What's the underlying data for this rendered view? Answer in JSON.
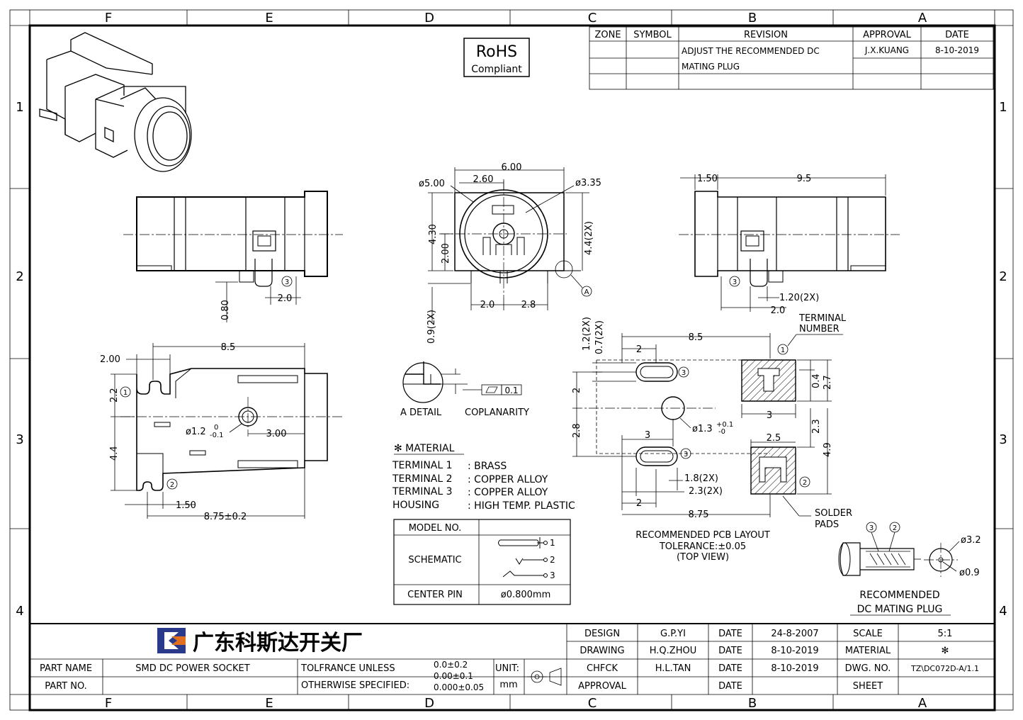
{
  "zones": {
    "columns": [
      "F",
      "E",
      "D",
      "C",
      "B",
      "A"
    ],
    "rows": [
      "1",
      "2",
      "3",
      "4"
    ]
  },
  "revision": {
    "headers": [
      "ZONE",
      "SYMBOL",
      "REVISION",
      "APPROVAL",
      "DATE"
    ],
    "rev_line1": "ADJUST THE RECOMMENDED DC",
    "rev_line2": "MATING PLUG",
    "approval": "J.X.KUANG",
    "date": "8-10-2019"
  },
  "rohs": {
    "title": "RoHS",
    "subtitle": "Compliant"
  },
  "dims": {
    "front": {
      "d500": "ø5.00",
      "w600": "6.00",
      "w260": "2.60",
      "d335": "ø3.35",
      "h430": "4.30",
      "h200": "2.00",
      "h44": "4.4(2X)",
      "h09": "0.9(2X)",
      "w20a": "2.0",
      "w28": "2.8",
      "detA": "A"
    },
    "side_left": {
      "w20": "2.0",
      "h080": "0.80",
      "n3": "3"
    },
    "side_right": {
      "w150": "1.50",
      "w95": "9.5",
      "w120": "1.20(2X)",
      "w20": "2.0",
      "n3": "3"
    },
    "bottom": {
      "w200": "2.00",
      "w85": "8.5",
      "h22": "2.2",
      "h44": "4.4",
      "hole": "ø1.2",
      "hole_up": "0",
      "hole_lo": "-0.1",
      "w300": "3.00",
      "w150": "1.50",
      "w875": "8.75±0.2",
      "n1": "1",
      "n2": "2"
    },
    "pcb": {
      "w85": "8.5",
      "w2a": "2",
      "w2b": "2",
      "w3a": "3",
      "w3b": "3",
      "w25": "2.5",
      "w875": "8.75",
      "h12": "1.2(2X)",
      "h07": "0.7(2X)",
      "h2": "2",
      "h28": "2.8",
      "h04": "0.4",
      "h27": "2.7",
      "h23": "2.3",
      "h49": "4.9",
      "hole": "ø1.3",
      "hole_up": "+0.1",
      "hole_lo": "-0",
      "s18": "1.8(2X)",
      "s23": "2.3(2X)",
      "n1": "1",
      "n2": "2",
      "n3a": "3",
      "n3b": "3",
      "term1": "TERMINAL",
      "term2": "NUMBER",
      "solder1": "SOLDER",
      "solder2": "PADS"
    }
  },
  "pcb_caption": {
    "l1": "RECOMMENDED PCB LAYOUT",
    "l2": "TOLERANCE:±0.05",
    "l3": "(TOP VIEW)"
  },
  "detail": {
    "a_detail": "A DETAIL",
    "coplanarity": "COPLANARITY",
    "tol": "0.1"
  },
  "material": {
    "title": "✻ MATERIAL",
    "rows": [
      {
        "part": "TERMINAL 1",
        "mat": ": BRASS"
      },
      {
        "part": "TERMINAL 2",
        "mat": ": COPPER ALLOY"
      },
      {
        "part": "TERMINAL 3",
        "mat": ": COPPER ALLOY"
      },
      {
        "part": "HOUSING",
        "mat": ": HIGH TEMP. PLASTIC"
      }
    ]
  },
  "model_table": {
    "model_no": "MODEL NO.",
    "schematic": "SCHEMATIC",
    "center_pin": "CENTER PIN",
    "center_pin_val": "ø0.800mm",
    "pins": [
      "1",
      "2",
      "3"
    ]
  },
  "plug": {
    "n3": "3",
    "n2": "2",
    "d32": "ø3.2",
    "d09": "ø0.9",
    "cap1": "RECOMMENDED",
    "cap2": "DC MATING PLUG"
  },
  "title_block": {
    "company": "广东科斯达开关厂",
    "design_label": "DESIGN",
    "design_name": "G.P.YI",
    "design_date_label": "DATE",
    "design_date": "24-8-2007",
    "drawing_label": "DRAWING",
    "drawing_name": "H.Q.ZHOU",
    "drawing_date_label": "DATE",
    "drawing_date": "8-10-2019",
    "check_label": "CHFCK",
    "check_name": "H.L.TAN",
    "check_date_label": "DATE",
    "check_date": "8-10-2019",
    "approval_label": "APPROVAL",
    "approval_name": "",
    "approval_date_label": "DATE",
    "approval_date": "",
    "scale_label": "SCALE",
    "scale": "5:1",
    "material_label": "MATERIAL",
    "material": "✻",
    "dwg_label": "DWG. NO.",
    "dwg": "TZ\\DC072D-A/1.1",
    "sheet_label": "SHEET",
    "sheet": "",
    "part_name_label": "PART NAME",
    "part_name": "SMD DC POWER SOCKET",
    "part_no_label": "PART NO.",
    "part_no": "",
    "tol_line1": "TOLFRANCE UNLESS",
    "tol_line2": "OTHERWISE SPECIFIED:",
    "tol_v1": "0.0±0.2",
    "tol_v2": "0.00±0.1",
    "tol_v3": "0.000±0.05",
    "unit_label": "UNIT:",
    "unit": "mm"
  }
}
